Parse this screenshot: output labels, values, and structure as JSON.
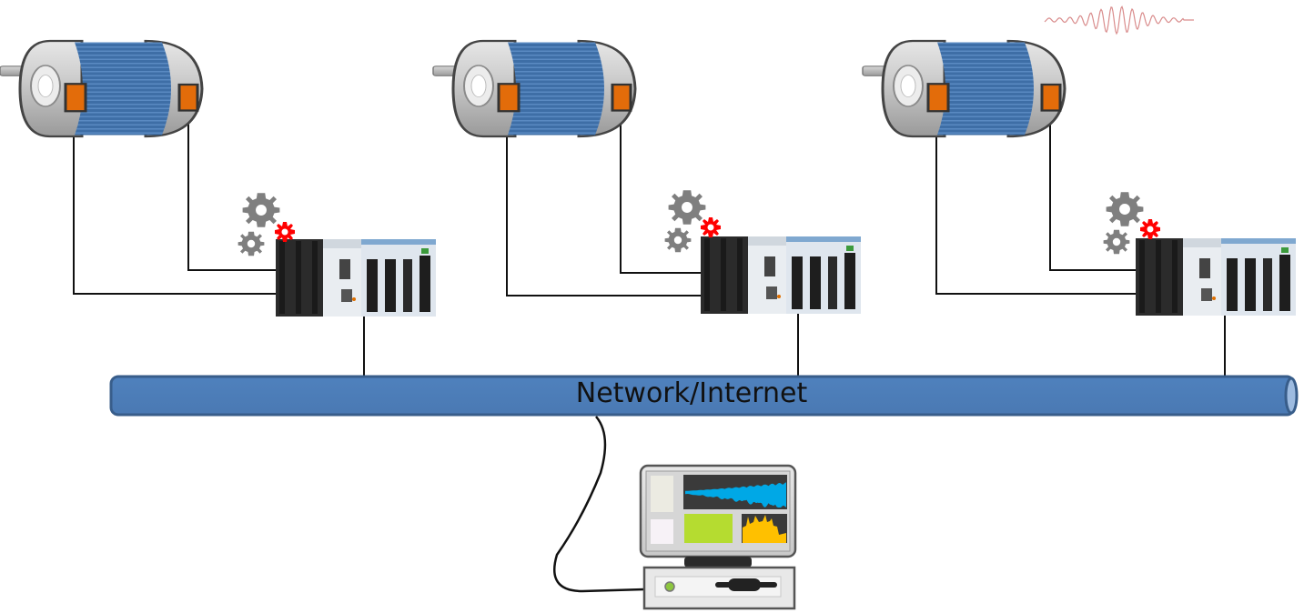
{
  "diagram": {
    "network": {
      "label": "Network/Internet"
    },
    "nodes": [
      {
        "id": "motor-1",
        "type": "motor"
      },
      {
        "id": "motor-2",
        "type": "motor"
      },
      {
        "id": "motor-3",
        "type": "motor"
      },
      {
        "id": "controller-1",
        "type": "compactrio-controller"
      },
      {
        "id": "controller-2",
        "type": "compactrio-controller"
      },
      {
        "id": "controller-3",
        "type": "compactrio-controller"
      },
      {
        "id": "workstation",
        "type": "computer"
      }
    ],
    "edges": [
      {
        "from": "motor-1",
        "to": "controller-1",
        "count": 2
      },
      {
        "from": "motor-2",
        "to": "controller-2",
        "count": 2
      },
      {
        "from": "motor-3",
        "to": "controller-3",
        "count": 2
      },
      {
        "from": "controller-1",
        "to": "network"
      },
      {
        "from": "controller-2",
        "to": "network"
      },
      {
        "from": "controller-3",
        "to": "network"
      },
      {
        "from": "network",
        "to": "workstation"
      }
    ],
    "icons": [
      "motor-icon",
      "sensor-icon",
      "gear-icon",
      "alert-gear-icon",
      "controller-icon",
      "computer-icon",
      "vibration-waveform-icon"
    ],
    "colors": {
      "motor_body": "#3f6ea8",
      "sensor": "#e36c0a",
      "network_pipe": "#4f81bd",
      "gear": "#7f7f7f",
      "alert_gear": "#ff0000",
      "waveform": "#d98c8c",
      "screen_signal": "#00a8e6",
      "screen_green": "#b5dc30",
      "screen_spectrum": "#ffc000"
    }
  }
}
